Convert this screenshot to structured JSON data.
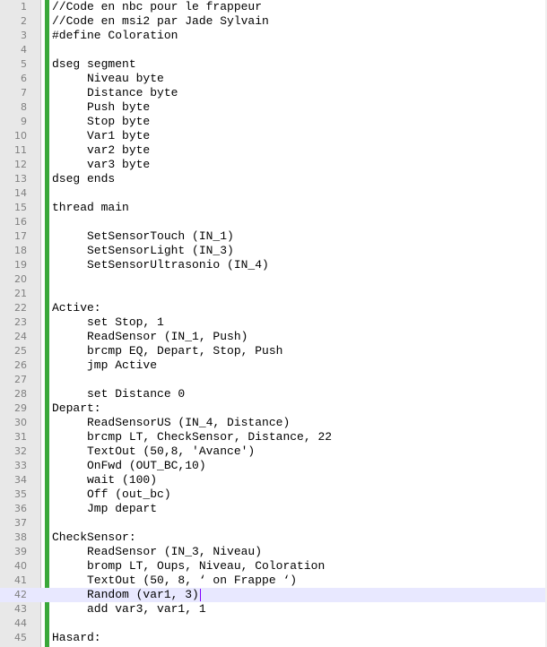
{
  "editor": {
    "lines": [
      {
        "no": "1",
        "text": "//Code en nbc pour le frappeur"
      },
      {
        "no": "2",
        "text": "//Code en msi2 par Jade Sylvain"
      },
      {
        "no": "3",
        "text": "#define Coloration"
      },
      {
        "no": "4",
        "text": ""
      },
      {
        "no": "5",
        "text": "dseg segment"
      },
      {
        "no": "6",
        "text": "     Niveau byte"
      },
      {
        "no": "7",
        "text": "     Distance byte"
      },
      {
        "no": "8",
        "text": "     Push byte"
      },
      {
        "no": "9",
        "text": "     Stop byte"
      },
      {
        "no": "10",
        "text": "     Var1 byte"
      },
      {
        "no": "11",
        "text": "     var2 byte"
      },
      {
        "no": "12",
        "text": "     var3 byte"
      },
      {
        "no": "13",
        "text": "dseg ends"
      },
      {
        "no": "14",
        "text": ""
      },
      {
        "no": "15",
        "text": "thread main"
      },
      {
        "no": "16",
        "text": ""
      },
      {
        "no": "17",
        "text": "     SetSensorTouch (IN_1)"
      },
      {
        "no": "18",
        "text": "     SetSensorLight (IN_3)"
      },
      {
        "no": "19",
        "text": "     SetSensorUltrasonio (IN_4)"
      },
      {
        "no": "20",
        "text": ""
      },
      {
        "no": "21",
        "text": ""
      },
      {
        "no": "22",
        "text": "Active:"
      },
      {
        "no": "23",
        "text": "     set Stop, 1"
      },
      {
        "no": "24",
        "text": "     ReadSensor (IN_1, Push)"
      },
      {
        "no": "25",
        "text": "     brcmp EQ, Depart, Stop, Push"
      },
      {
        "no": "26",
        "text": "     jmp Active"
      },
      {
        "no": "27",
        "text": ""
      },
      {
        "no": "28",
        "text": "     set Distance 0"
      },
      {
        "no": "29",
        "text": "Depart:"
      },
      {
        "no": "30",
        "text": "     ReadSensorUS (IN_4, Distance)"
      },
      {
        "no": "31",
        "text": "     brcmp LT, CheckSensor, Distance, 22"
      },
      {
        "no": "32",
        "text": "     TextOut (50,8, 'Avance')"
      },
      {
        "no": "33",
        "text": "     OnFwd (OUT_BC,10)"
      },
      {
        "no": "34",
        "text": "     wait (100)"
      },
      {
        "no": "35",
        "text": "     Off (out_bc)"
      },
      {
        "no": "36",
        "text": "     Jmp depart"
      },
      {
        "no": "37",
        "text": ""
      },
      {
        "no": "38",
        "text": "CheckSensor:"
      },
      {
        "no": "39",
        "text": "     ReadSensor (IN_3, Niveau)"
      },
      {
        "no": "40",
        "text": "     bromp LT, Oups, Niveau, Coloration"
      },
      {
        "no": "41",
        "text": "     TextOut (50, 8, ‘ on Frappe ‘)"
      },
      {
        "no": "42",
        "text": "     Random (var1, 3)",
        "current": true
      },
      {
        "no": "43",
        "text": "     add var3, var1, 1"
      },
      {
        "no": "44",
        "text": ""
      },
      {
        "no": "45",
        "text": "Hasard:"
      }
    ],
    "colors": {
      "gutter": "#e8e8e8",
      "change_bar": "#3aa83a",
      "current_line": "#e8e8ff",
      "caret": "#8000ff",
      "line_number": "#808080"
    }
  }
}
